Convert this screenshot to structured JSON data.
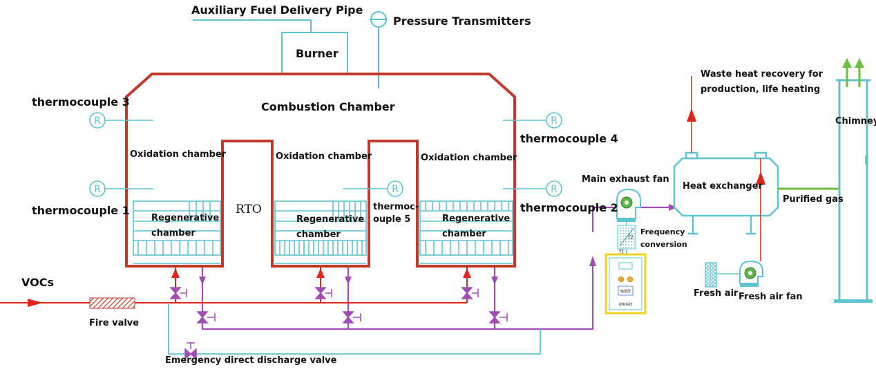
{
  "labels": {
    "auxiliary_fuel": "Auxiliary Fuel Delivery Pipe",
    "pressure_transmitters": "Pressure Transmitters",
    "burner": "Burner",
    "combustion_chamber": "Combustion Chamber",
    "thermocouple_1": "thermocouple 1",
    "thermocouple_2": "thermocouple 2",
    "thermocouple_3": "thermocouple 3",
    "thermocouple_4": "thermocouple 4",
    "thermocouple_5_line1": "thermoc-",
    "thermocouple_5_line2": "ouple 5",
    "oxidation_chamber": "Oxidation chamber",
    "regenerative_line1": "Regenerative",
    "regenerative_line2": "chamber",
    "rto": "RTO",
    "vocs": "VOCs",
    "fire_valve": "Fire valve",
    "emergency_valve": "Emergency direct discharge valve",
    "main_exhaust_fan": "Main exhaust fan",
    "frequency_line1": "Frequency",
    "frequency_line2": "conversion",
    "heat_exchanger": "Heat exchanger",
    "waste_heat_line1": "Waste heat recovery for",
    "waste_heat_line2": "production, life heating",
    "purified_gas": "Purified gas",
    "fresh_air": "Fresh air",
    "fresh_air_fan": "Fresh air fan",
    "chimney": "Chimney",
    "thermocouple_symbol": "R",
    "inverter_f1": "f1",
    "inverter_f2": "f2",
    "control_panel_screen": "触摸屏",
    "control_panel_caption": "控制系统"
  },
  "colors": {
    "chamber_wall": "#c0392b",
    "cyan_pipe": "#5fc3cf",
    "purple_pipe": "#a24bb5",
    "red_flow": "#e3241b",
    "green_gas": "#6cbf3a",
    "fan_green": "#5fb54a",
    "control_panel_border": "#f2d21e"
  },
  "icons": {
    "thermocouple": "circled-r-icon",
    "valve": "butterfly-valve-icon",
    "fan": "centrifugal-fan-icon",
    "pressure": "pressure-gauge-icon"
  }
}
